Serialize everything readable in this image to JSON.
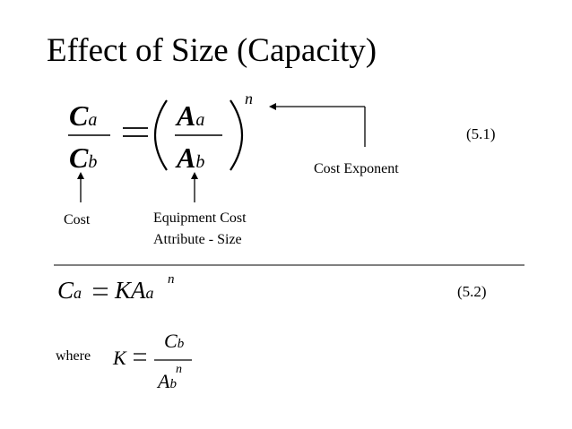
{
  "title": "Effect of Size (Capacity)",
  "eq1": {
    "lhs_num": "C",
    "lhs_num_sub": "a",
    "lhs_den": "C",
    "lhs_den_sub": "b",
    "equals": "=",
    "rhs_num": "A",
    "rhs_num_sub": "a",
    "rhs_den": "A",
    "rhs_den_sub": "b",
    "exponent": "n",
    "number": "(5.1)"
  },
  "labels": {
    "cost": "Cost",
    "equipment_line1": "Equipment Cost",
    "equipment_line2": "Attribute - Size",
    "cost_exponent": "Cost Exponent"
  },
  "eq2": {
    "lhs": "C",
    "lhs_sub": "a",
    "equals": "=",
    "rhs": "KA",
    "rhs_sub": "a",
    "rhs_exp": "n",
    "number": "(5.2)"
  },
  "where": {
    "word": "where",
    "lhs": "K",
    "equals": "=",
    "num": "C",
    "num_sub": "b",
    "den": "A",
    "den_sub": "b",
    "den_exp": "n"
  },
  "colors": {
    "text": "#000000",
    "background": "#ffffff"
  }
}
